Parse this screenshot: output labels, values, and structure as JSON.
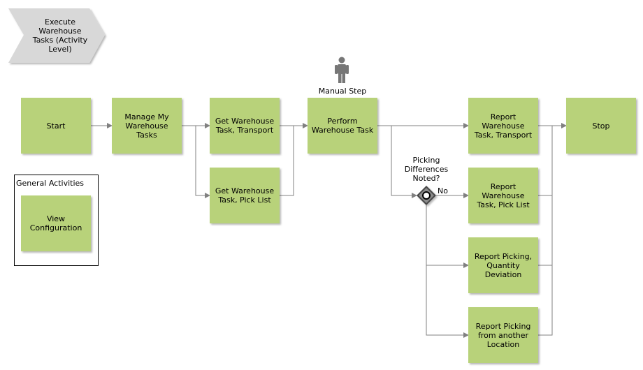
{
  "diagram": {
    "header": "Execute\nWarehouse\nTasks (Activity\nLevel)",
    "group_title": "General Activities",
    "role_label": "Manual Step",
    "decision_question": "Picking\nDifferences\nNoted?",
    "decision_no_label": "No",
    "colors": {
      "activity": "#b8d27a",
      "header": "#d8d8d8",
      "connector": "#808080",
      "gateway": "#4a4a4a",
      "person": "#777777"
    },
    "icons": {
      "role": "person-icon",
      "gateway": "exclusive-gateway-icon"
    },
    "nodes": {
      "start": "Start",
      "manage": "Manage My\nWarehouse\nTasks",
      "get_transport": "Get Warehouse\nTask, Transport",
      "get_picklist": "Get Warehouse\nTask, Pick List",
      "perform": "Perform\nWarehouse Task",
      "report_transport": "Report\nWarehouse\nTask, Transport",
      "report_picklist": "Report\nWarehouse\nTask, Pick List",
      "report_qty": "Report Picking,\nQuantity\nDeviation",
      "report_other": "Report Picking\nfrom another\nLocation",
      "stop": "Stop",
      "view_config": "View\nConfiguration"
    }
  }
}
